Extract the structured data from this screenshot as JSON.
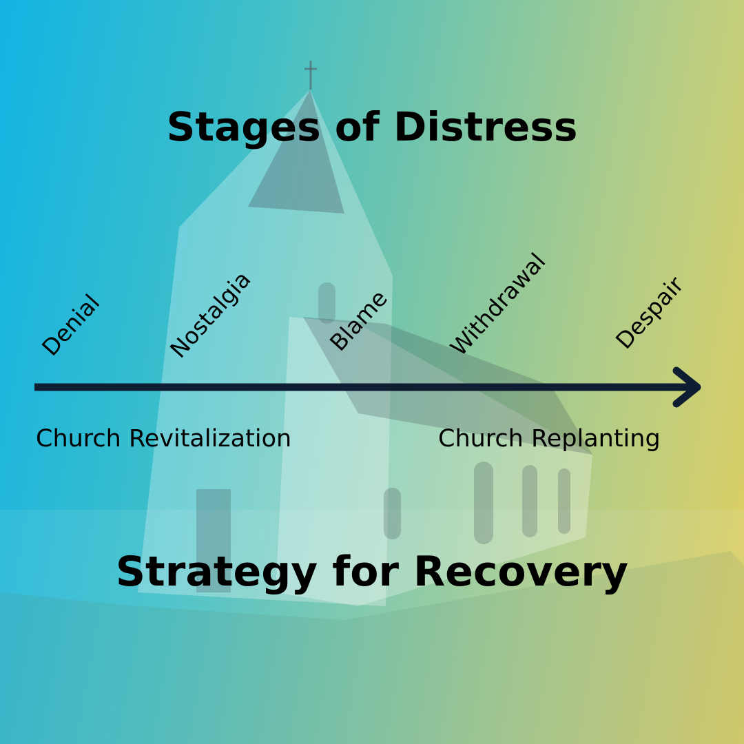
{
  "title": "Stages of Distress",
  "stages": [
    "Denial",
    "Nostalgia",
    "Blame",
    "Withdrawal",
    "Despair"
  ],
  "strategies": {
    "left": "Church Revitalization",
    "right": "Church Replanting"
  },
  "footer_title": "Strategy for Recovery",
  "colors": {
    "gradient_start": "#12b3e3",
    "gradient_end": "#e2cf5e",
    "arrow": "#0f1d33"
  }
}
